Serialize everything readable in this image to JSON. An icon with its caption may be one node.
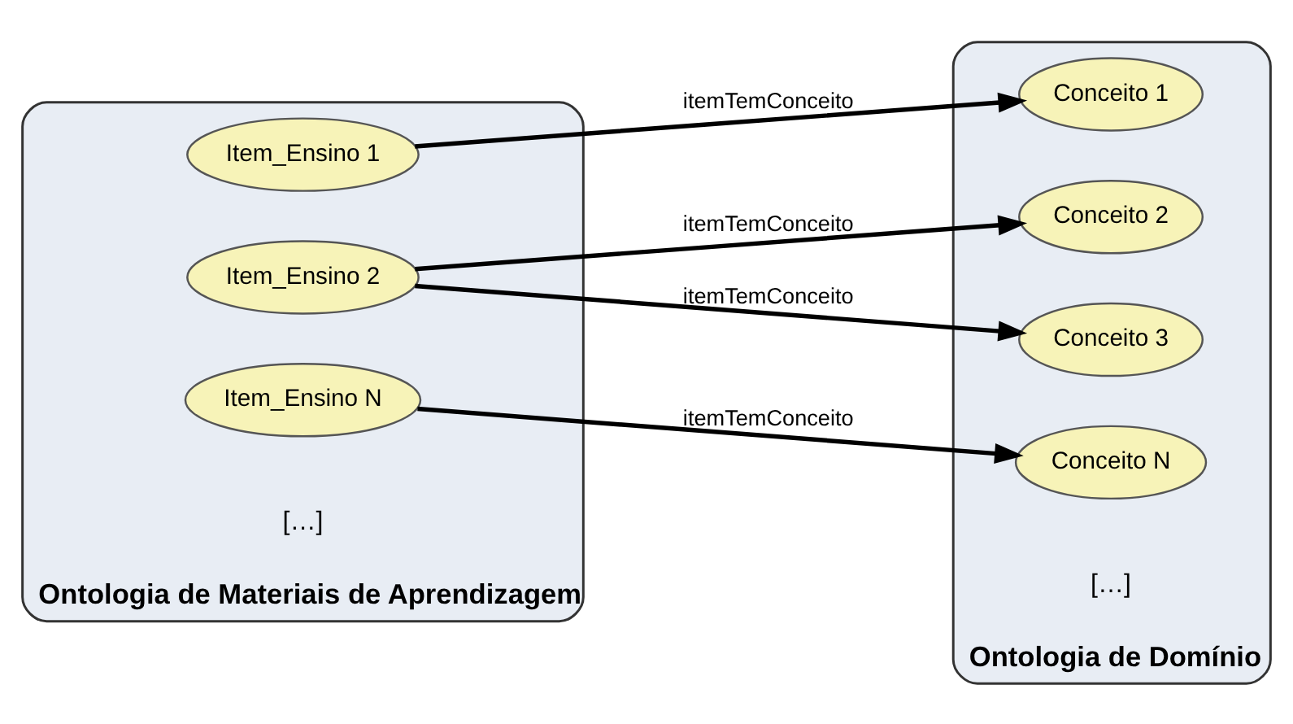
{
  "diagram": {
    "nodes": [
      {
        "text": [
          "Ontologia de Materiais de Aprendizagem"
        ]
      },
      {
        "text": [
          "Item_Ensino 1"
        ],
        "in": 0
      },
      {
        "text": [
          "Item_Ensino 2"
        ],
        "in": 0
      },
      {
        "text": [
          "Item_Ensino N"
        ],
        "in": 0
      },
      {
        "text": [
          "Ontologia de Domínio"
        ]
      },
      {
        "text": [
          "Conceito 1"
        ],
        "in": 4
      },
      {
        "text": [
          "Conceito 2"
        ],
        "in": 4
      },
      {
        "text": [
          "Conceito 3"
        ],
        "in": 4
      },
      {
        "text": [
          "Conceito N"
        ],
        "in": 4
      }
    ],
    "edges": [
      {
        "from": 1,
        "to": 5,
        "arrow": "to",
        "label": "itemTemConceito"
      },
      {
        "from": 2,
        "to": 6,
        "arrow": "to",
        "label": "itemTemConceito"
      },
      {
        "from": 2,
        "to": 7,
        "arrow": "to",
        "label": "itemTemConceito"
      },
      {
        "from": 3,
        "to": 8,
        "arrow": "to",
        "label": "itemTemConceito"
      }
    ],
    "labels": [
      "[…]",
      "[…]"
    ]
  }
}
